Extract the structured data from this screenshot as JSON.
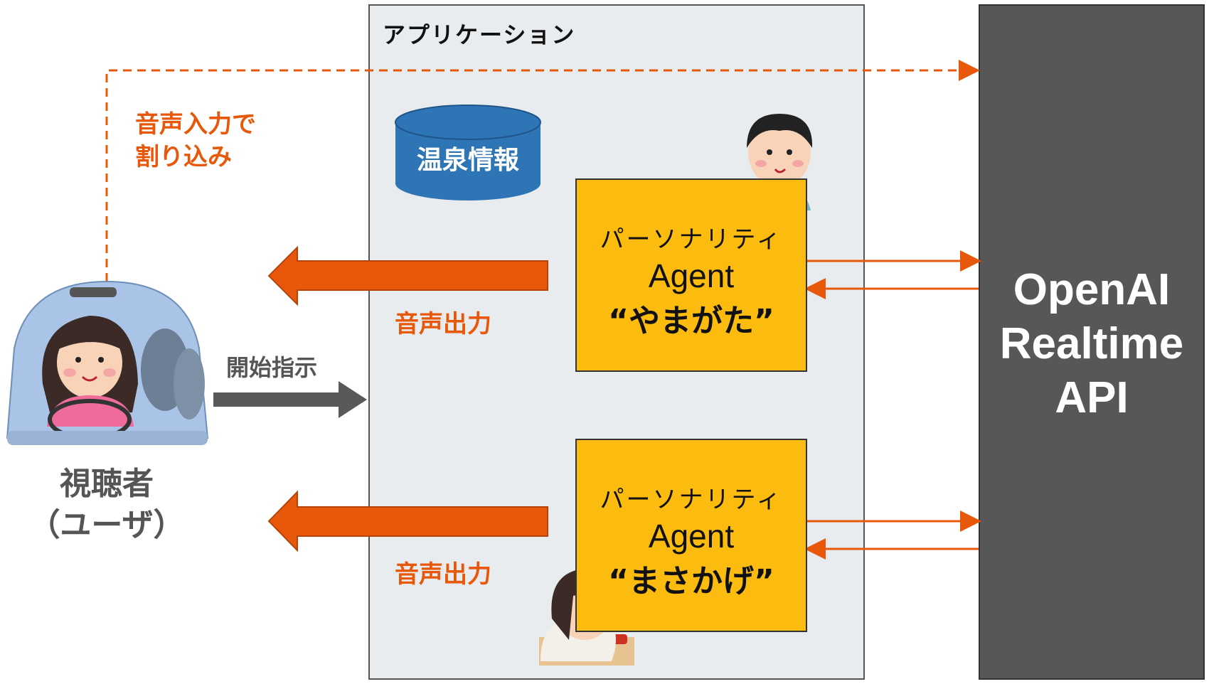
{
  "app": {
    "title": "アプリケーション"
  },
  "api": {
    "line1": "OpenAI",
    "line2": "Realtime",
    "line3": "API"
  },
  "database": {
    "label": "温泉情報"
  },
  "agents": [
    {
      "role": "パーソナリティ",
      "word": "Agent",
      "name": "“やまがた”"
    },
    {
      "role": "パーソナリティ",
      "word": "Agent",
      "name": "“まさかげ”"
    }
  ],
  "labels": {
    "interrupt_line1": "音声入力で",
    "interrupt_line2": "割り込み",
    "voice_output_1": "音声出力",
    "voice_output_2": "音声出力",
    "start": "開始指示",
    "user_line1": "視聴者",
    "user_line2": "（ユーザ）"
  },
  "colors": {
    "orange": "#e8580b",
    "agent": "#fcbc0f",
    "db": "#2e75b6",
    "api": "#575757",
    "app_bg": "#e9ecee",
    "gray_arrow": "#595959"
  }
}
